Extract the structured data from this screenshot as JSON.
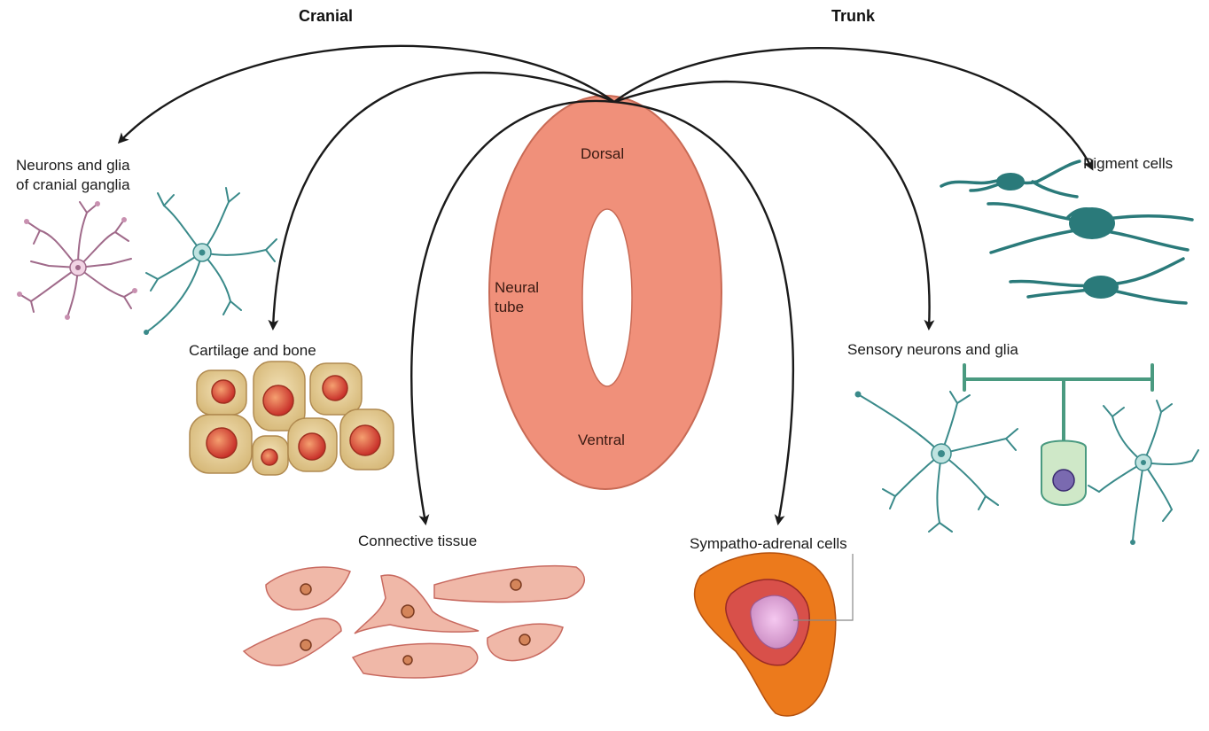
{
  "headers": {
    "cranial": "Cranial",
    "trunk": "Trunk"
  },
  "neural_tube": {
    "dorsal": "Dorsal",
    "ventral": "Ventral",
    "name_line1": "Neural",
    "name_line2": "tube"
  },
  "derivatives": {
    "cranial_ganglia_line1": "Neurons and glia",
    "cranial_ganglia_line2": "of cranial ganglia",
    "cartilage_bone": "Cartilage and bone",
    "connective_tissue": "Connective tissue",
    "sympatho_adrenal": "Sympatho-adrenal cells",
    "sensory_neurons": "Sensory neurons and glia",
    "pigment_cells": "Pigment cells"
  },
  "colors": {
    "tube": "#f0907a",
    "pigment": "#2a7a7a",
    "neuron_teal": "#3a8a8a",
    "neuron_purple": "#a06a8a",
    "cartilage_outer": "#e8d09a",
    "cartilage_nucleus": "#d0423a",
    "connective": "#f0b8a8",
    "adrenal_outer": "#ec7a1c",
    "adrenal_inner": "#e8b8e0"
  }
}
